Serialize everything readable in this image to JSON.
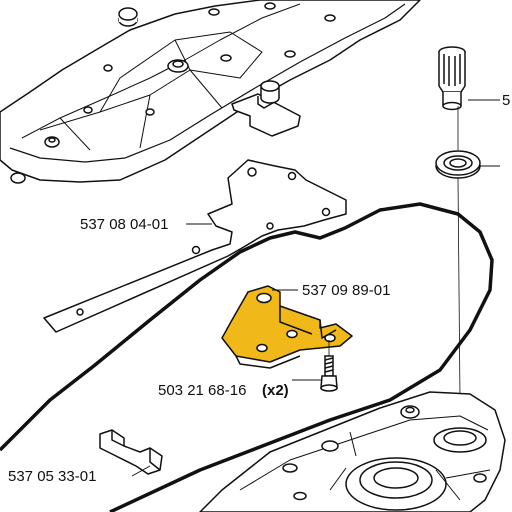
{
  "parts": [
    {
      "part_number": "537 08 04-01",
      "qty": ""
    },
    {
      "part_number": "537 09 89-01",
      "qty": ""
    },
    {
      "part_number": "503 21 68-16",
      "qty": "(x2)"
    },
    {
      "part_number": "537 05 33-01",
      "qty": ""
    },
    {
      "part_number": "5",
      "qty": ""
    }
  ],
  "colors": {
    "highlight": "#f0b818",
    "line": "#111111"
  }
}
